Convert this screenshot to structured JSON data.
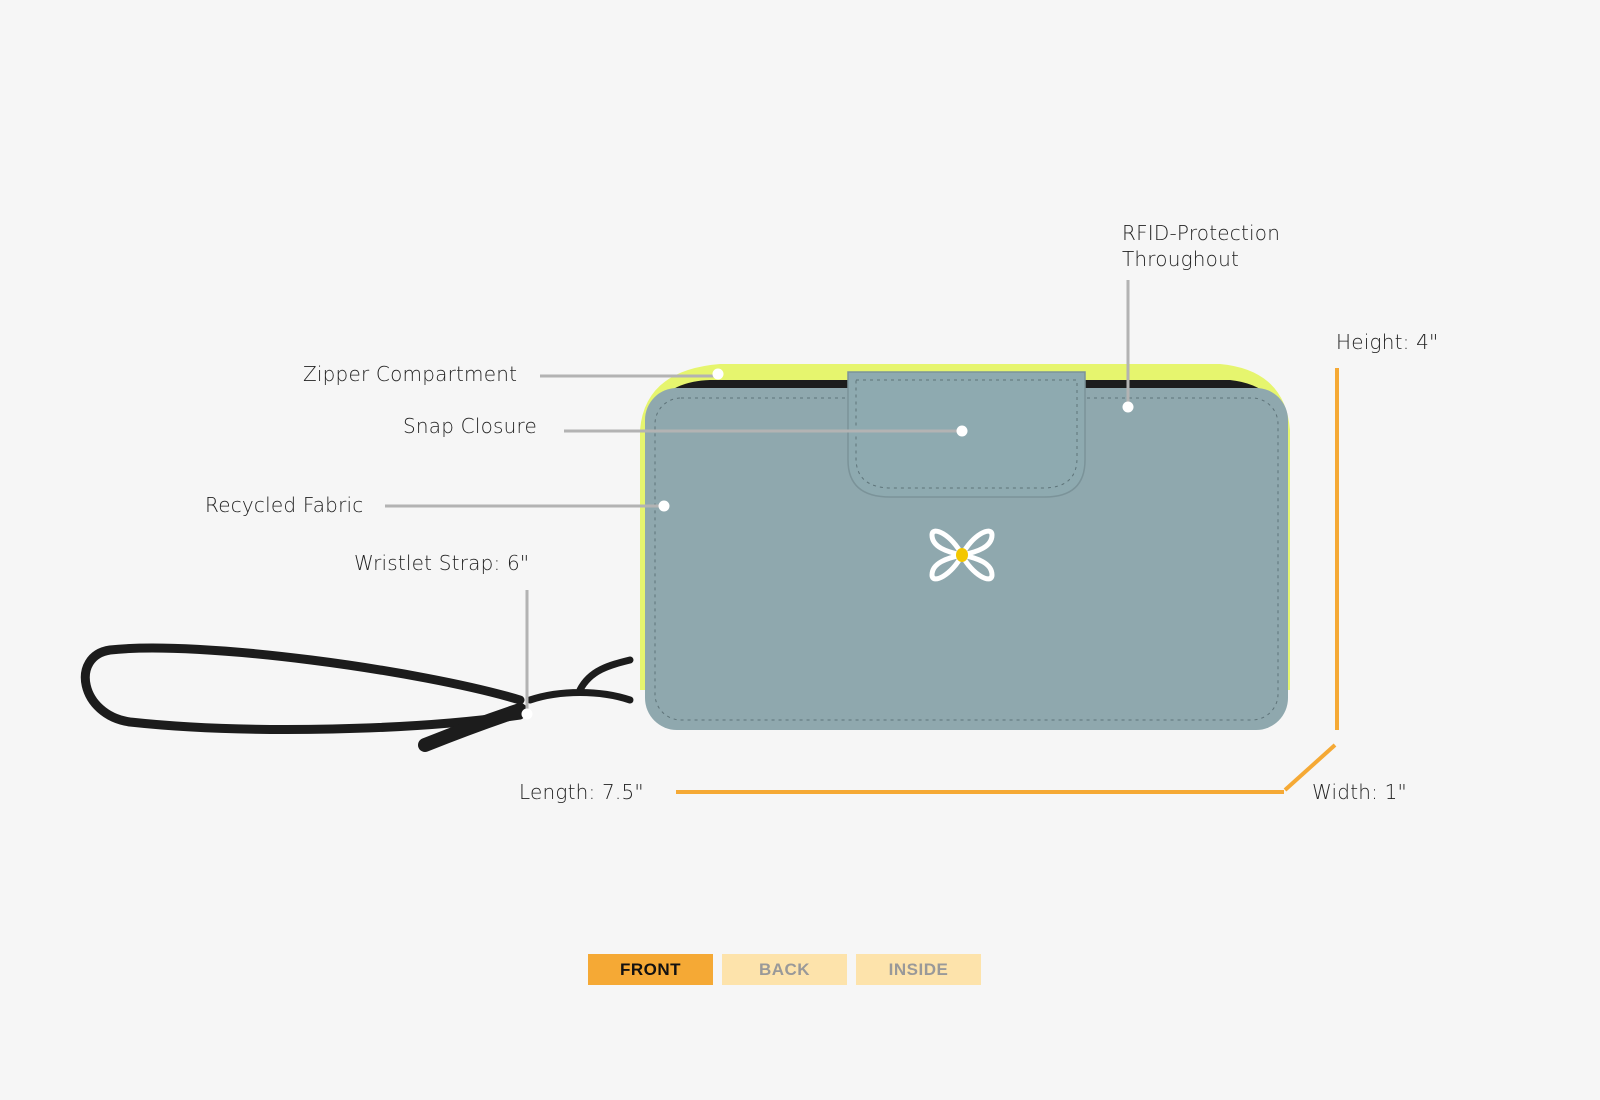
{
  "callouts": {
    "rfid": [
      "RFID-Protection",
      "Throughout"
    ],
    "zipper": "Zipper Compartment",
    "snap": "Snap Closure",
    "fabric": "Recycled Fabric",
    "strap": "Wristlet Strap: 6\""
  },
  "dimensions": {
    "height": "Height: 4\"",
    "length": "Length: 7.5\"",
    "width": "Width: 1\""
  },
  "tabs": [
    {
      "label": "FRONT",
      "active": true
    },
    {
      "label": "BACK",
      "active": false
    },
    {
      "label": "INSIDE",
      "active": false
    }
  ],
  "colors": {
    "accent": "#f5a935",
    "wallet": "#8fa8ae",
    "trim": "#e6f56e"
  }
}
